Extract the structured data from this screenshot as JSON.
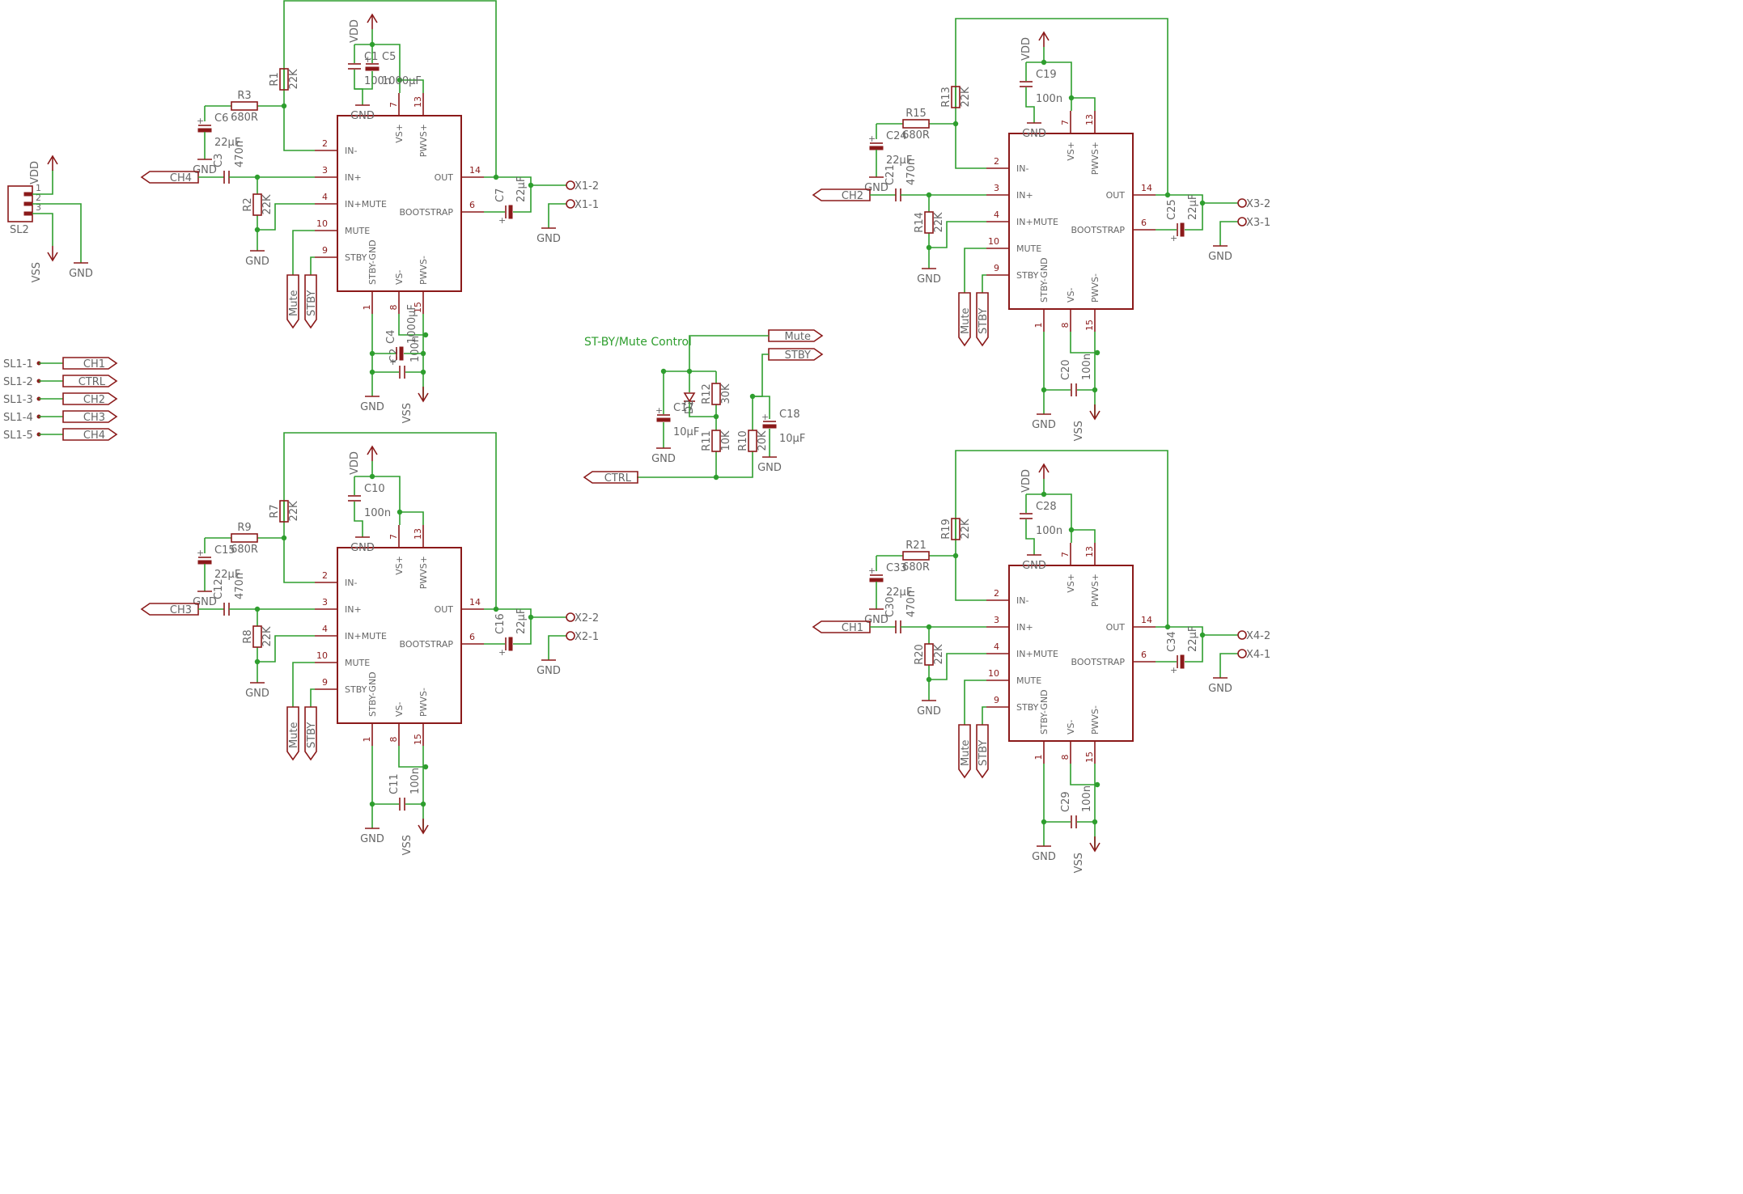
{
  "amp_blocks": [
    {
      "out1": "X1-2",
      "out2": "X1-1",
      "ch": "CH4",
      "rf": "R1",
      "ri": "R3",
      "rm": "R2",
      "cin": "C3",
      "cfb": "C6",
      "cb": "C7",
      "cs1": "C1",
      "cs2": "C5",
      "cn1": "C2",
      "cn2": "C4",
      "cn1v": "100n",
      "cn2v": "1000µF",
      "cs1v": "100n",
      "cs2v": "1000µF"
    },
    {
      "out1": "X2-2",
      "out2": "X2-1",
      "ch": "CH3",
      "rf": "R7",
      "ri": "R9",
      "rm": "R8",
      "cin": "C12",
      "cfb": "C15",
      "cb": "C16",
      "cs1": "C10",
      "cs2": "",
      "cn1": "C11",
      "cn2": "",
      "cn1v": "100n",
      "cn2v": "",
      "cs1v": "100n",
      "cs2v": ""
    },
    {
      "out1": "X3-2",
      "out2": "X3-1",
      "ch": "CH2",
      "rf": "R13",
      "ri": "R15",
      "rm": "R14",
      "cin": "C21",
      "cfb": "C24",
      "cb": "C25",
      "cs1": "C19",
      "cs2": "",
      "cn1": "C20",
      "cn2": "",
      "cn1v": "100n",
      "cn2v": "",
      "cs1v": "100n",
      "cs2v": ""
    },
    {
      "out1": "X4-2",
      "out2": "X4-1",
      "ch": "CH1",
      "rf": "R19",
      "ri": "R21",
      "rm": "R20",
      "cin": "C30",
      "cfb": "C33",
      "cb": "C34",
      "cs1": "C28",
      "cs2": "",
      "cn1": "C29",
      "cn2": "",
      "cn1v": "100n",
      "cn2v": "",
      "cs1v": "100n",
      "cs2v": ""
    }
  ],
  "ic": {
    "pins_left": [
      {
        "num": "2",
        "name": "IN-"
      },
      {
        "num": "3",
        "name": "IN+"
      },
      {
        "num": "4",
        "name": "IN+MUTE"
      },
      {
        "num": "10",
        "name": "MUTE"
      },
      {
        "num": "9",
        "name": "STBY"
      }
    ],
    "pins_right": [
      {
        "num": "14",
        "name": "OUT"
      },
      {
        "num": "6",
        "name": "BOOTSTRAP"
      }
    ],
    "pins_top": [
      {
        "num": "7",
        "name": "VS+"
      },
      {
        "num": "13",
        "name": "PWVS+"
      }
    ],
    "pins_bottom": [
      {
        "num": "1",
        "name": "STBY-GND"
      },
      {
        "num": "8",
        "name": "VS-"
      },
      {
        "num": "15",
        "name": "PWVS-"
      }
    ]
  },
  "values": {
    "r22k": "22K",
    "r680": "680R",
    "c22u": "22µF",
    "c470n": "470n",
    "c100n": "100n",
    "c10u": "10µF",
    "r30k": "30K",
    "r10k": "10K",
    "r20k": "20K"
  },
  "nets": {
    "vdd": "VDD",
    "vss": "VSS",
    "gnd": "GND",
    "mute": "Mute",
    "stby": "STBY",
    "ctrl": "CTRL"
  },
  "sl2": {
    "name": "SL2",
    "pins": [
      "1",
      "2",
      "3"
    ]
  },
  "sl1": [
    {
      "pin": "SL1-1",
      "net": "CH1"
    },
    {
      "pin": "SL1-2",
      "net": "CTRL"
    },
    {
      "pin": "SL1-3",
      "net": "CH2"
    },
    {
      "pin": "SL1-4",
      "net": "CH3"
    },
    {
      "pin": "SL1-5",
      "net": "CH4"
    }
  ],
  "control": {
    "title": "ST-BY/Mute Control",
    "c17": "C17",
    "c18": "C18",
    "d2": "D2",
    "r12": "R12",
    "r11": "R11",
    "r10": "R10"
  }
}
